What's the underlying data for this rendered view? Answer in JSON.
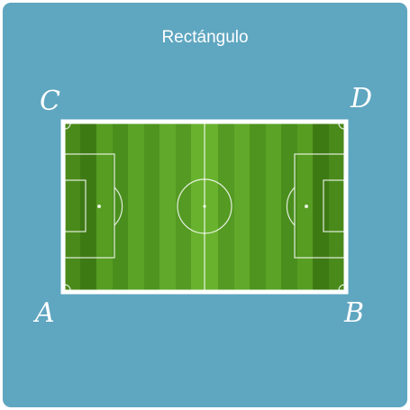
{
  "title": "Rectángulo",
  "vertices": {
    "A": "A",
    "B": "B",
    "C": "C",
    "D": "D"
  },
  "colors": {
    "background": "#5fa6c0",
    "field_light": "#5ea627",
    "field_dark": "#4f8e1e",
    "field_center": "#68b22c",
    "lines": "#ffffff"
  }
}
